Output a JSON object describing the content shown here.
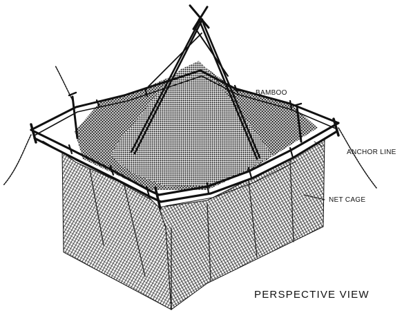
{
  "labels": {
    "bamboo": "BAMBOO",
    "anchor_line": "ANCHOR LINE",
    "net_cage": "NET CAGE",
    "view": "PERSPECTIVE VIEW"
  }
}
